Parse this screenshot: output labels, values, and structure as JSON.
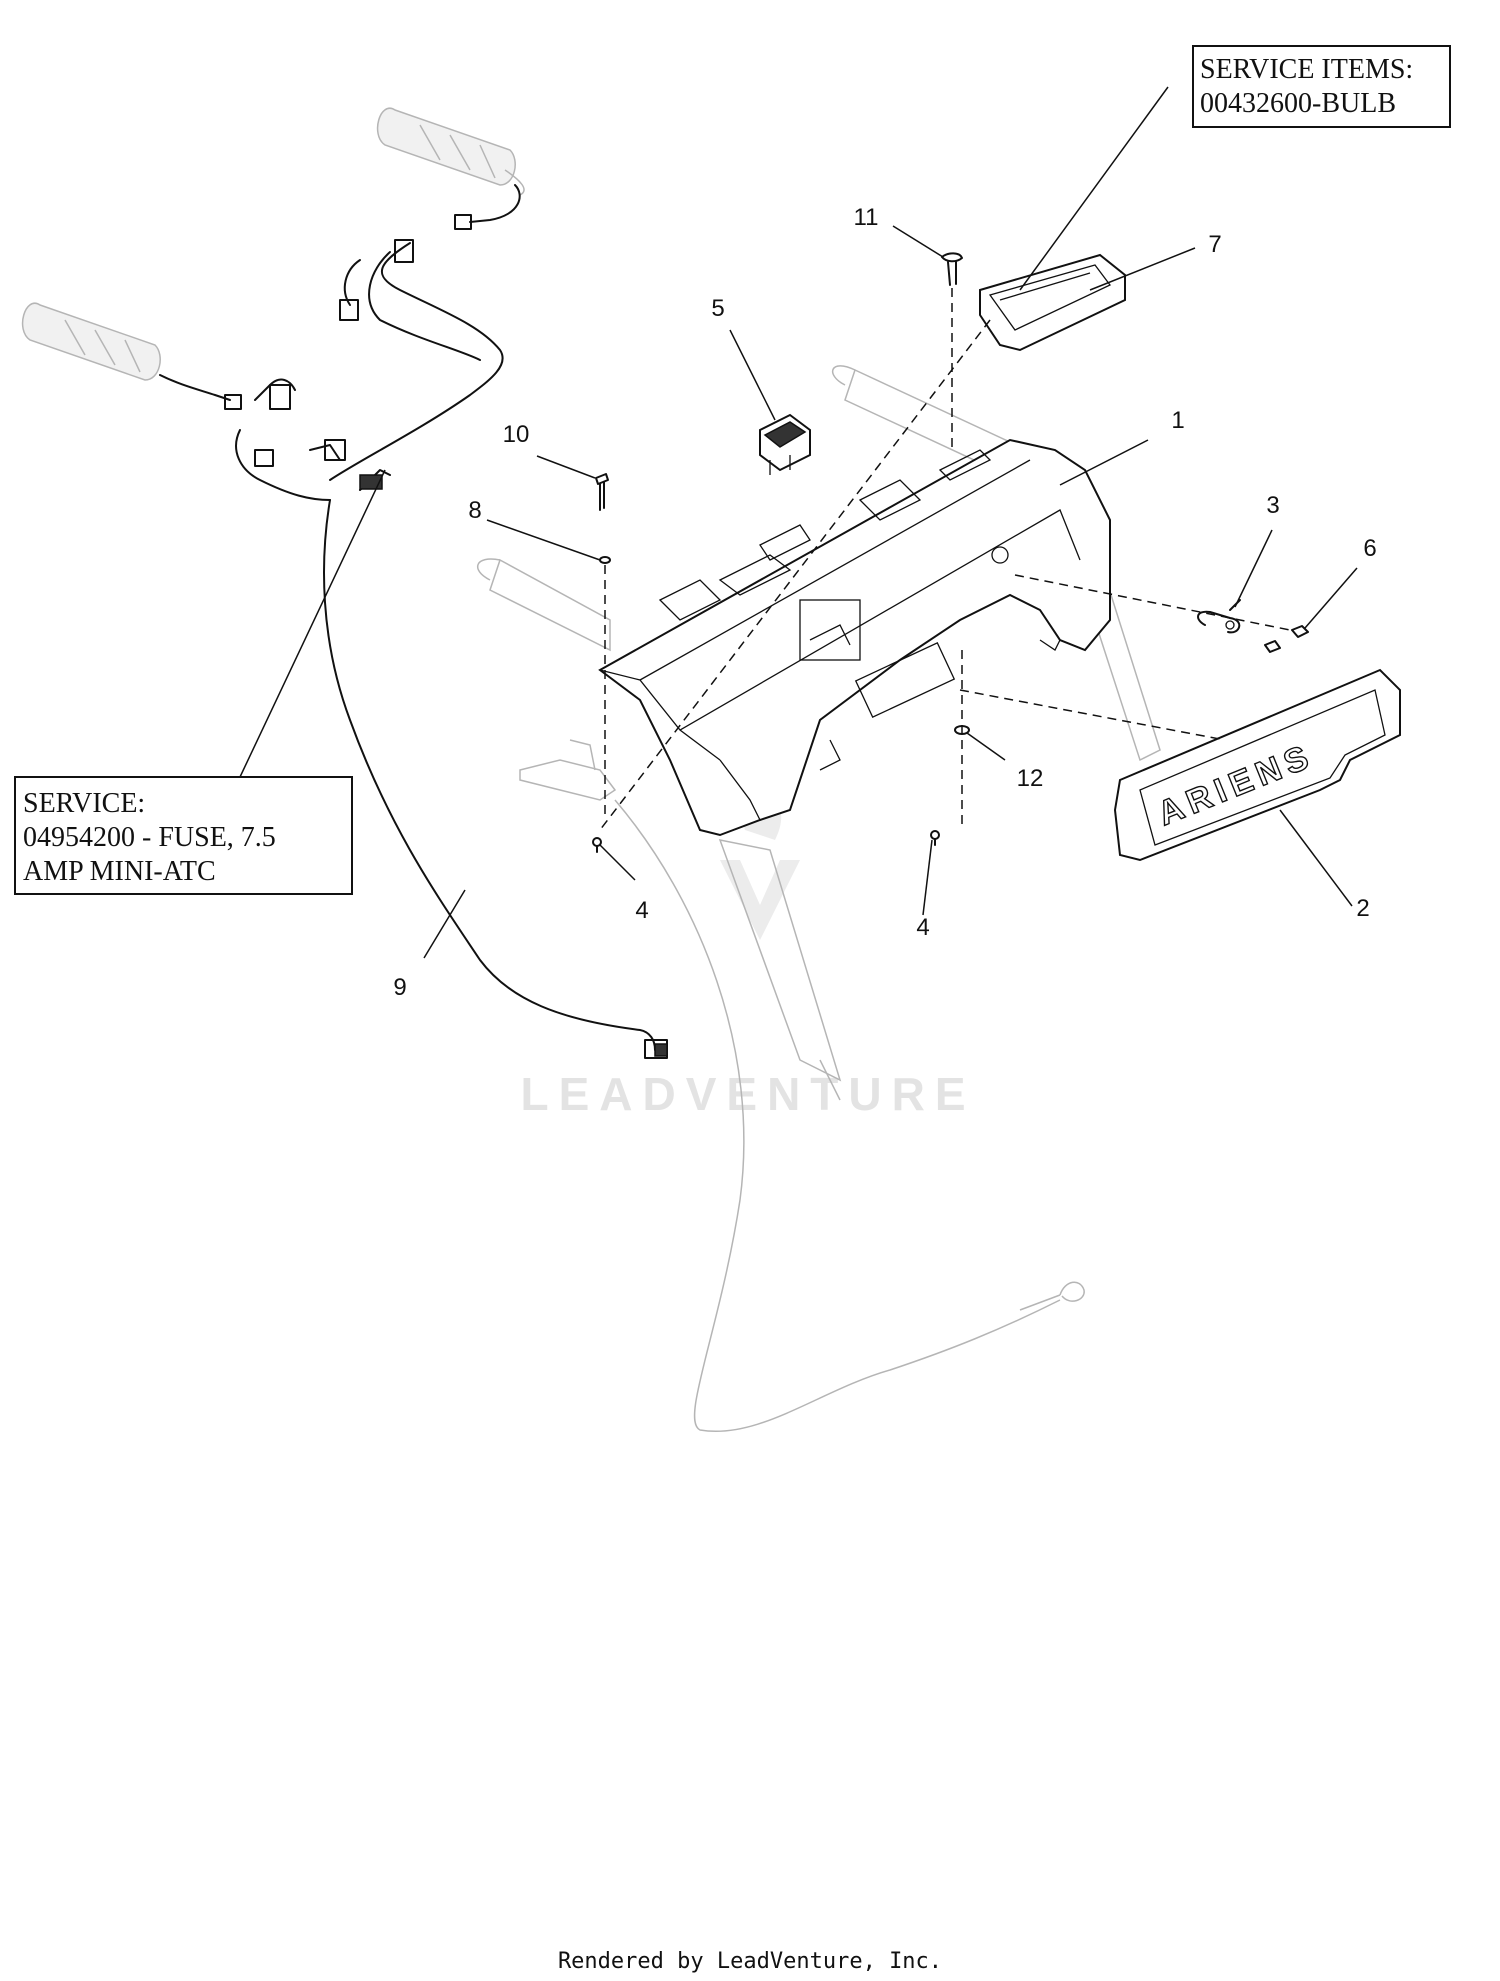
{
  "service_items_box": {
    "line1": "SERVICE ITEMS:",
    "line2": "00432600-BULB"
  },
  "service_fuse_box": {
    "line1": "SERVICE:",
    "line2": "04954200 - FUSE, 7.5",
    "line3": "AMP MINI-ATC"
  },
  "callouts": {
    "c1": "1",
    "c2": "2",
    "c3": "3",
    "c4a": "4",
    "c4b": "4",
    "c5": "5",
    "c6": "6",
    "c7": "7",
    "c8": "8",
    "c9": "9",
    "c10": "10",
    "c11": "11",
    "c12": "12"
  },
  "brand_logo_text": "ARIENS",
  "watermark_text": "LEADVENTURE",
  "footer_text": "Rendered by LeadVenture, Inc."
}
